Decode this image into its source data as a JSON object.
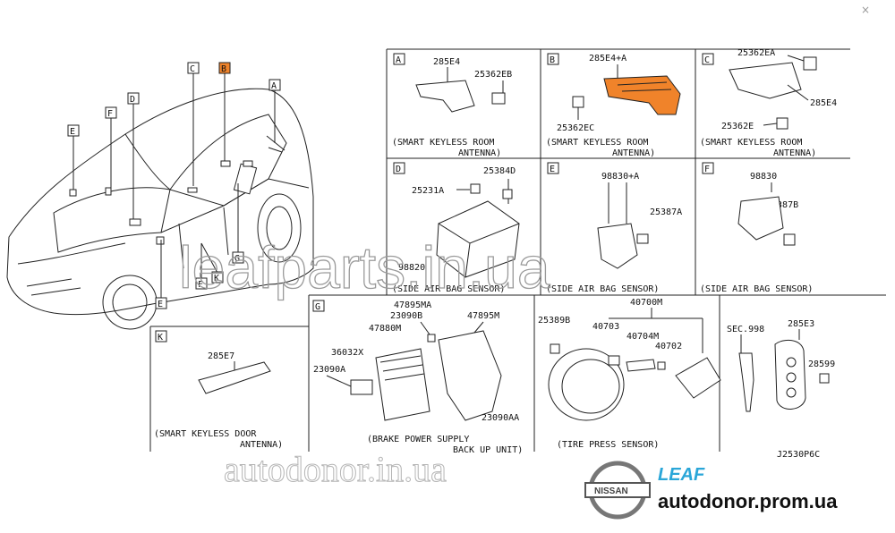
{
  "close_glyph": "×",
  "car_markers": [
    "C",
    "B",
    "D",
    "A",
    "F",
    "E",
    "G",
    "E",
    "F",
    "K"
  ],
  "panels": {
    "A": {
      "letter": "A",
      "parts": [
        "285E4",
        "25362EB"
      ],
      "caption": [
        "(SMART KEYLESS ROOM",
        "ANTENNA)"
      ]
    },
    "B": {
      "letter": "B",
      "parts": [
        "285E4+A",
        "25362EC"
      ],
      "caption": [
        "(SMART KEYLESS ROOM",
        "ANTENNA)"
      ],
      "highlight": "#f0832a"
    },
    "C": {
      "letter": "C",
      "parts": [
        "25362EA",
        "285E4",
        "25362E"
      ],
      "caption": [
        "(SMART KEYLESS ROOM",
        "ANTENNA)"
      ]
    },
    "D": {
      "letter": "D",
      "parts": [
        "25384D",
        "25231A",
        "98820"
      ],
      "caption": [
        "(SIDE AIR BAG SENSOR)"
      ]
    },
    "E": {
      "letter": "E",
      "parts": [
        "98830+A",
        "25387A"
      ],
      "caption": [
        "(SIDE AIR BAG SENSOR)"
      ]
    },
    "F": {
      "letter": "F",
      "parts": [
        "98830",
        "25387B"
      ],
      "caption": [
        "(SIDE AIR BAG SENSOR)"
      ]
    },
    "G": {
      "letter": "G",
      "parts": [
        "47895MA",
        "23090B",
        "47880M",
        "47895M",
        "36032X",
        "23090A",
        "23090AA"
      ],
      "caption": [
        "(BRAKE POWER SUPPLY",
        "BACK UP UNIT)"
      ]
    },
    "K": {
      "letter": "K",
      "parts": [
        "285E7"
      ],
      "caption": [
        "(SMART KEYLESS DOOR",
        "ANTENNA)"
      ]
    },
    "tire": {
      "parts": [
        "40700M",
        "25389B",
        "40703",
        "40704M",
        "40702"
      ],
      "caption": [
        "(TIRE PRESS SENSOR)"
      ]
    },
    "key": {
      "parts": [
        "SEC.998",
        "285E3",
        "28599"
      ]
    }
  },
  "diagram_code": "J2530P6C",
  "watermarks": {
    "main": "leafparts.in.ua",
    "bottom": "autodonor.in.ua"
  },
  "branding": {
    "nissan": "NISSAN",
    "leaf": "LEAF",
    "site": "autodonor.prom.ua",
    "leaf_color": "#2aa6d8"
  }
}
